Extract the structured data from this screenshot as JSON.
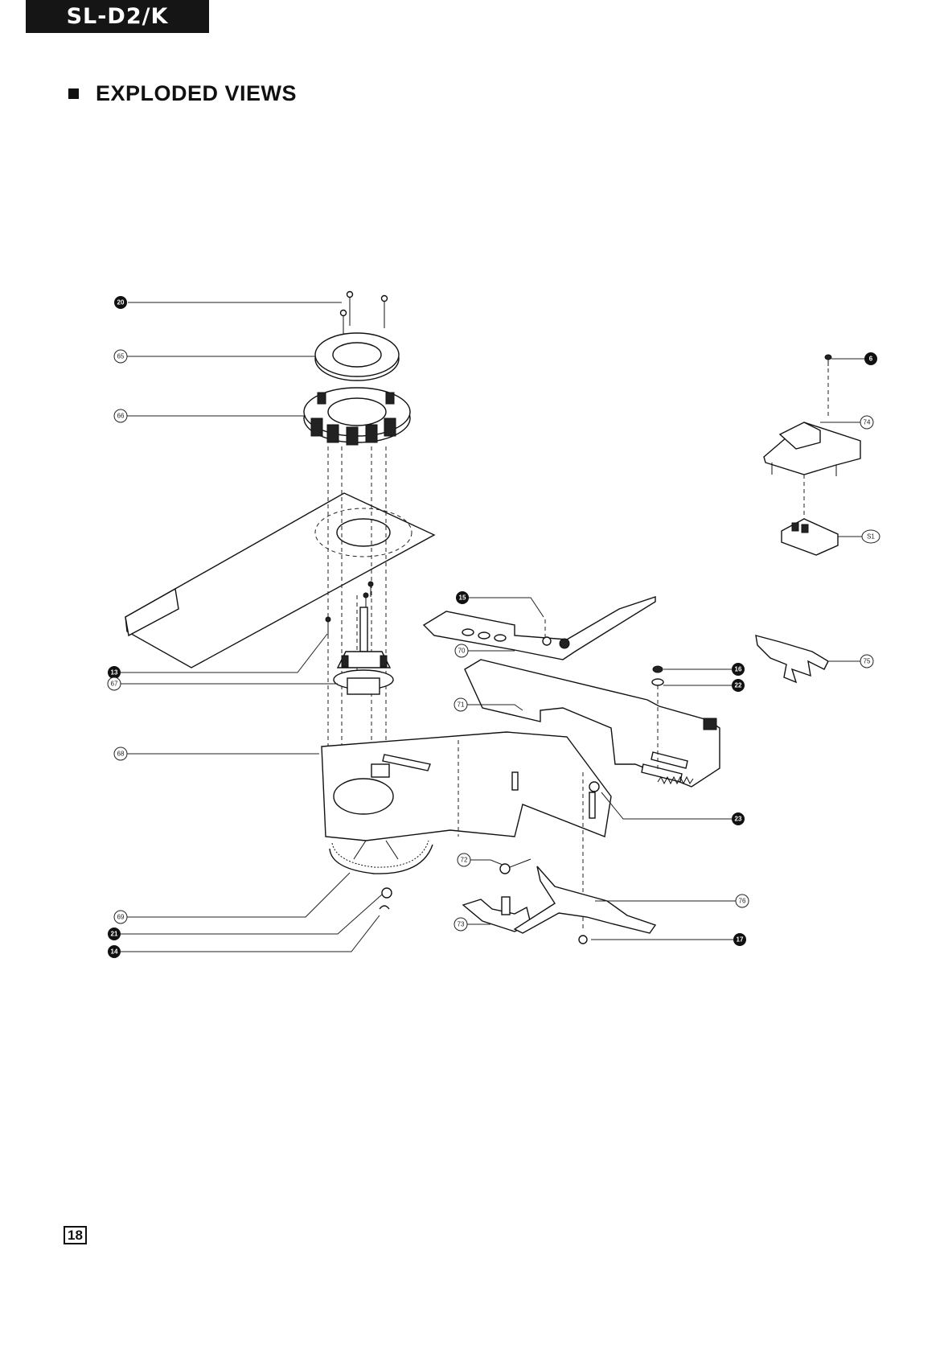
{
  "header": {
    "model": "SL-D2/K"
  },
  "section": {
    "title": "EXPLODED VIEWS"
  },
  "footer": {
    "page_number": "18"
  },
  "labels": {
    "l20": "20",
    "l65": "65",
    "l66": "66",
    "l13": "13",
    "l67": "67",
    "l68": "68",
    "l69": "69",
    "l21": "21",
    "l14": "14",
    "l15": "15",
    "l70": "70",
    "l71": "71",
    "l72": "72",
    "l73": "73",
    "l76": "76",
    "l17": "17",
    "l16": "16",
    "l22": "22",
    "l23": "23",
    "l75": "75",
    "l6": "6",
    "l74": "74",
    "ls1": "S1"
  }
}
